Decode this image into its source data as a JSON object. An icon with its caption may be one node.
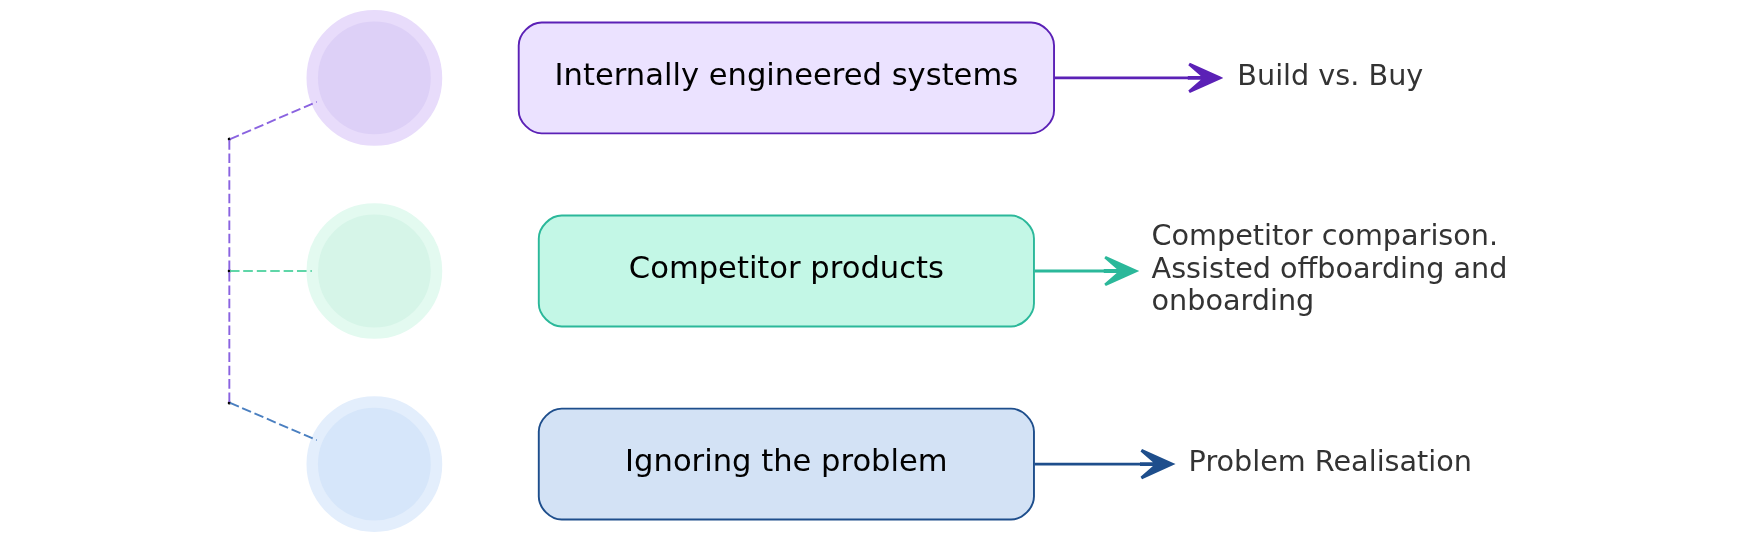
{
  "diagram": {
    "nodes": [
      {
        "text": [],
        "shape": "circle"
      },
      {
        "text": [
          "Internally engineered systems"
        ]
      },
      {
        "text": [
          "Build vs. Buy"
        ]
      },
      {
        "text": [],
        "shape": "circle"
      },
      {
        "text": [
          "Competitor products"
        ]
      },
      {
        "text": [
          "Competitor comparison. Assisted offboarding and onboarding"
        ]
      },
      {
        "text": [],
        "shape": "circle"
      },
      {
        "text": [
          "Ignoring the problem"
        ]
      },
      {
        "text": [
          "Problem Realisation"
        ]
      }
    ],
    "edges": [
      {
        "from": null,
        "to": 0,
        "arrow": "none",
        "style": "dashed",
        "color": "#8a63e0"
      },
      {
        "from": null,
        "to": 3,
        "arrow": "none",
        "style": "dashed",
        "color": "#5fd6a8"
      },
      {
        "from": null,
        "to": 6,
        "arrow": "none",
        "style": "dashed",
        "color": "#4a7fc0"
      },
      {
        "from": 1,
        "to": 2,
        "arrow": "to",
        "color": "#5b21b6"
      },
      {
        "from": 4,
        "to": 5,
        "arrow": "to",
        "color": "#2bb89a"
      },
      {
        "from": 7,
        "to": 8,
        "arrow": "to",
        "color": "#1e4e8c"
      }
    ]
  }
}
